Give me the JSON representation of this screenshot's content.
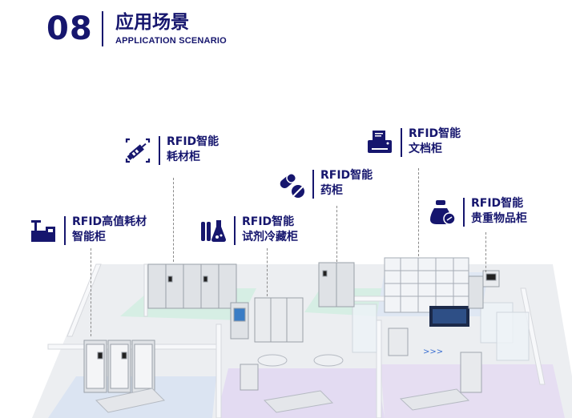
{
  "header": {
    "number": "08",
    "title": "应用场景",
    "subtitle": "APPLICATION SCENARIO"
  },
  "scenarios": [
    {
      "line1": "RFID高值耗材",
      "line2": "智能柜",
      "icon": "equipment-icon"
    },
    {
      "line1": "RFID智能",
      "line2": "耗材柜",
      "icon": "syringe-icon"
    },
    {
      "line1": "RFID智能",
      "line2": "试剂冷藏柜",
      "icon": "lab-flask-icon"
    },
    {
      "line1": "RFID智能",
      "line2": "药柜",
      "icon": "pill-icon"
    },
    {
      "line1": "RFID智能",
      "line2": "文档柜",
      "icon": "printer-document-icon"
    },
    {
      "line1": "RFID智能",
      "line2": "贵重物品柜",
      "icon": "money-bag-icon"
    }
  ],
  "colors": {
    "brand": "#16166e",
    "floor": "#e9eaee",
    "green_zone": "#d9efe6",
    "blue_zone": "#dde6f4",
    "purple_zone": "#e4dcf2"
  }
}
